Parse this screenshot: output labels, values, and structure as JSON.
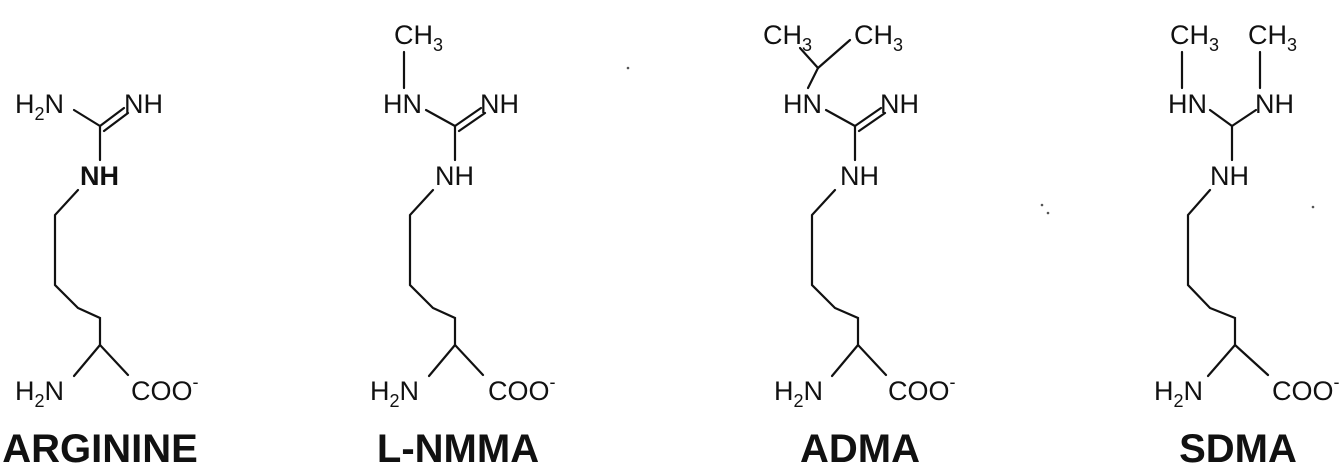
{
  "molecules": [
    {
      "name": "ARGININE",
      "labels": {
        "left_amine": "H",
        "left_amine_sub": "2",
        "left_amine_tail": "N",
        "right_imine": "NH",
        "mid_amine": "NH",
        "bottom_amine": "H",
        "bottom_amine_sub": "2",
        "bottom_amine_tail": "N",
        "carboxyl": "COO",
        "carboxyl_sup": "-"
      }
    },
    {
      "name": "L-NMMA",
      "labels": {
        "top_methyl": "CH",
        "top_methyl_sub": "3",
        "left_amine": "HN",
        "right_imine": "NH",
        "mid_amine": "NH",
        "bottom_amine": "H",
        "bottom_amine_sub": "2",
        "bottom_amine_tail": "N",
        "carboxyl": "COO",
        "carboxyl_sup": "-"
      }
    },
    {
      "name": "ADMA",
      "labels": {
        "methyl_a": "CH",
        "methyl_a_sub": "3",
        "methyl_b": "CH",
        "methyl_b_sub": "3",
        "left_amine": "HN",
        "right_imine": "NH",
        "mid_amine": "NH",
        "bottom_amine": "H",
        "bottom_amine_sub": "2",
        "bottom_amine_tail": "N",
        "carboxyl": "COO",
        "carboxyl_sup": "-"
      }
    },
    {
      "name": "SDMA",
      "labels": {
        "methyl_a": "CH",
        "methyl_a_sub": "3",
        "methyl_b": "CH",
        "methyl_b_sub": "3",
        "left_amine": "HN",
        "right_imine": "NH",
        "mid_amine": "NH",
        "bottom_amine": "H",
        "bottom_amine_sub": "2",
        "bottom_amine_tail": "N",
        "carboxyl": "COO",
        "carboxyl_sup": "-"
      }
    }
  ]
}
